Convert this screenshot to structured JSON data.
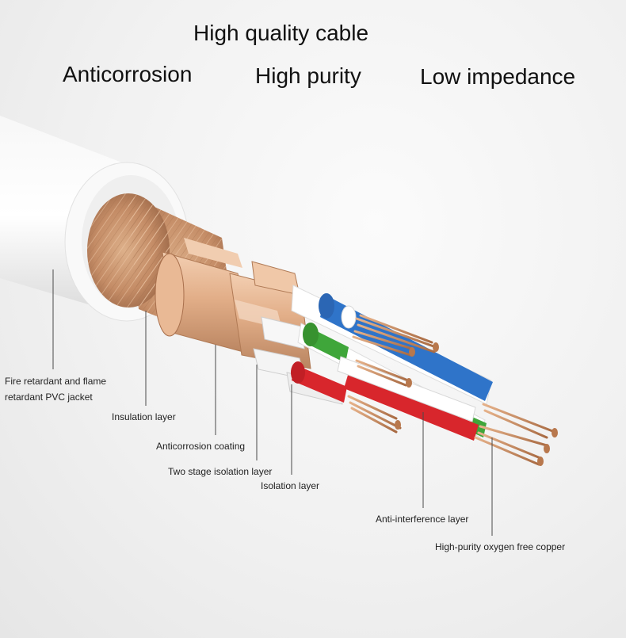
{
  "headlines": {
    "main": "High quality cable",
    "feature_1": "Anticorrosion",
    "feature_2": "High purity",
    "feature_3": "Low impedance"
  },
  "labels": {
    "jacket_line1": "Fire retardant and flame",
    "jacket_line2": "retardant PVC jacket",
    "insulation": "Insulation layer",
    "anticorrosion": "Anticorrosion coating",
    "two_stage": "Two stage isolation layer",
    "isolation": "Isolation layer",
    "anti_interference": "Anti-interference layer",
    "copper": "High-purity oxygen free copper"
  },
  "colors": {
    "jacket": "#f4f4f4",
    "copper_braid": "#c8916c",
    "foil_gold": "#e4b48f",
    "wire_blue": "#2f74c9",
    "wire_green": "#3fa63a",
    "wire_red": "#d8262c",
    "wire_white": "#fafafa",
    "copper_strand": "#c98a5a"
  }
}
